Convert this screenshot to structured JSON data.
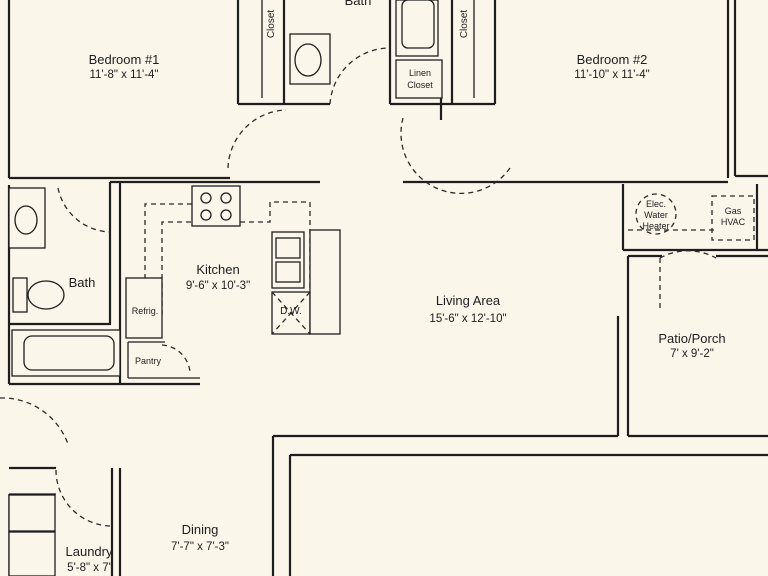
{
  "plan": {
    "rooms": [
      {
        "name": "Bedroom #1",
        "dim": "11'-8\" x 11'-4\""
      },
      {
        "name": "Bedroom #2",
        "dim": "11'-10\" x 11'-4\""
      },
      {
        "name": "Kitchen",
        "dim": "9'-6\" x 10'-3\""
      },
      {
        "name": "Living Area",
        "dim": "15'-6\" x 12'-10\""
      },
      {
        "name": "Patio/Porch",
        "dim": "7' x 9'-2\""
      },
      {
        "name": "Dining",
        "dim": "7'-7\" x 7'-3\""
      },
      {
        "name": "Laundry",
        "dim": "5'-8\" x 7'"
      },
      {
        "name": "Bath",
        "dim": ""
      },
      {
        "name": "Bath",
        "dim": ""
      }
    ],
    "labels": {
      "closet": "Closet",
      "linen": [
        "Linen",
        "Closet"
      ],
      "refrig": "Refrig.",
      "pantry": "Pantry",
      "dw": "D.W.",
      "water_heater": [
        "Elec.",
        "Water",
        "Heater"
      ],
      "hvac": [
        "Gas",
        "HVAC"
      ]
    }
  }
}
